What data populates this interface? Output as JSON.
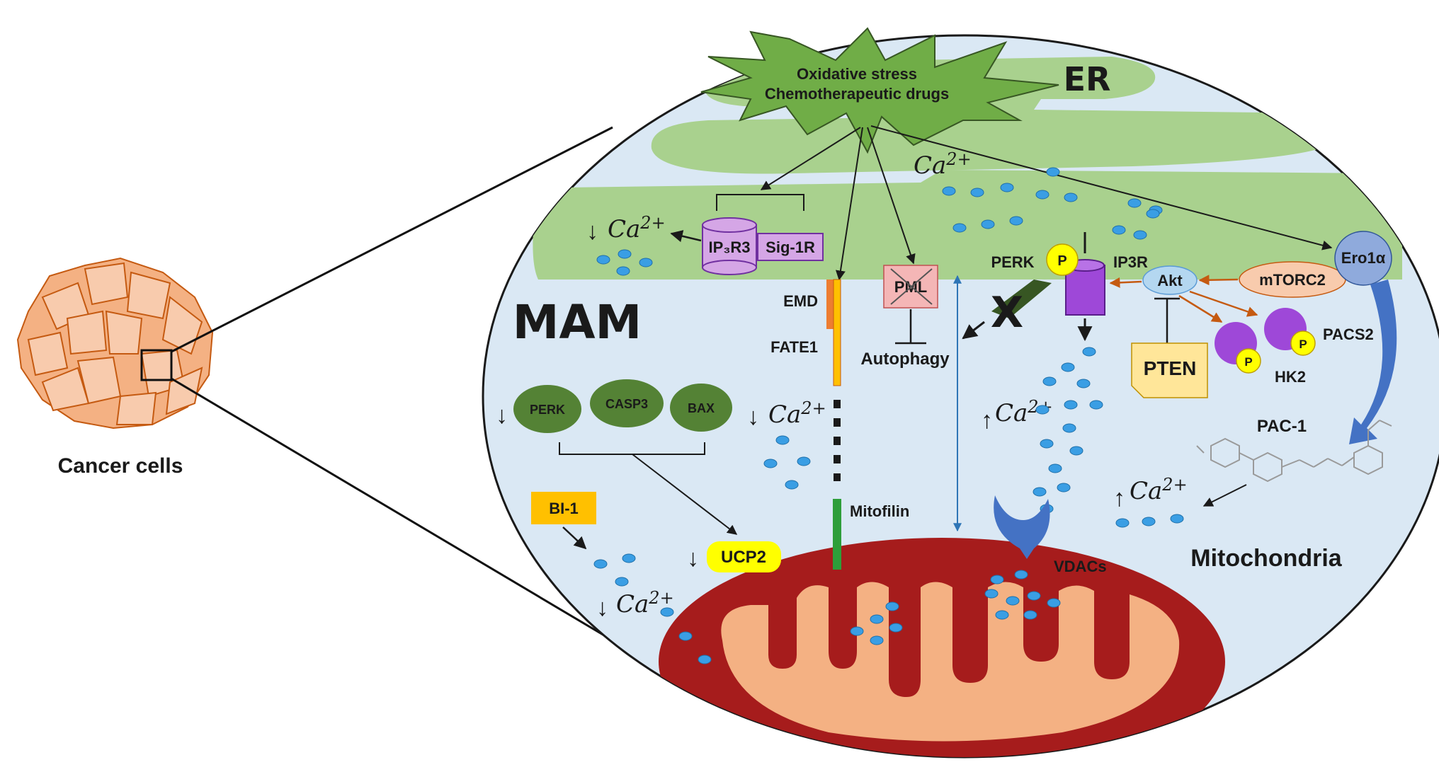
{
  "labels": {
    "cancer_cells": "Cancer cells",
    "mam": "MAM",
    "er": "ER",
    "mitochondria": "Mitochondria",
    "stress_line1": "Oxidative stress",
    "stress_line2": "Chemotherapeutic drugs",
    "ip3r3": "IP₃R3",
    "sig1r": "Sig-1R",
    "emd": "EMD",
    "fate1": "FATE1",
    "pml": "PML",
    "autophagy": "Autophagy",
    "perk_er": "PERK",
    "ip3r": "IP3R",
    "p": "P",
    "akt": "Akt",
    "mtorc2": "mTORC2",
    "ero1a": "Ero1α",
    "pten": "PTEN",
    "pacs2": "PACS2",
    "hk2": "HK2",
    "pac1": "PAC-1",
    "perk_oval": "PERK",
    "casp3": "CASP3",
    "bax": "BAX",
    "bi1": "BI-1",
    "ucp2": "UCP2",
    "mitofilin": "Mitofilin",
    "vdacs": "VDACs",
    "x_mark": "X",
    "arrow_down": "↓",
    "arrow_up": "↑"
  },
  "calcium": {
    "base": "Ca",
    "charge": "2+"
  },
  "colors": {
    "er_green": "#a9d18e",
    "star_green": "#70ad47",
    "cytosol": "#dae8f4",
    "mito_outer": "#a61c1c",
    "mito_inner": "#f4b183",
    "cancer_cell": "#f4b183",
    "ca_ion": "#3a9ee4",
    "perk_oval": "#548235",
    "bi1_box": "#ffc000",
    "ucp2_box": "#ffff00",
    "pml_box": "#f4b6b6",
    "ip3r3_box": "#d5a6e6",
    "pten_box": "#ffe699",
    "mtorc2": "#f8cbad",
    "ero1a": "#8faadc",
    "purple_protein": "#9e48d8",
    "vdac": "#4472c4",
    "arrow_orange": "#c55a11",
    "arrow_blue": "#2e75b6"
  }
}
